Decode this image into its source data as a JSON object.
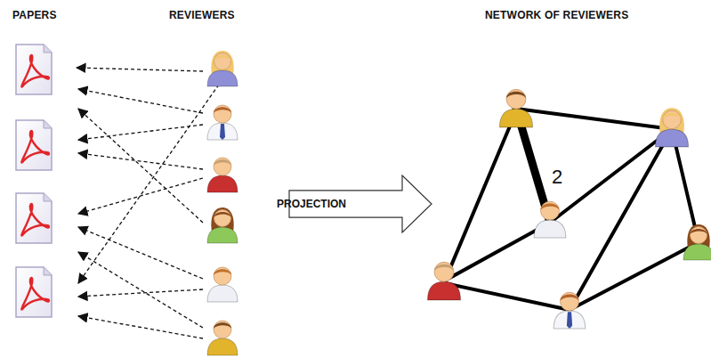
{
  "diagram": {
    "nodes": [
      {
        "text": [
          "PROJECTION"
        ]
      }
    ],
    "labels": [
      "PAPERS",
      "REVIEWERS",
      "NETWORK OF REVIEWERS",
      "2"
    ]
  }
}
